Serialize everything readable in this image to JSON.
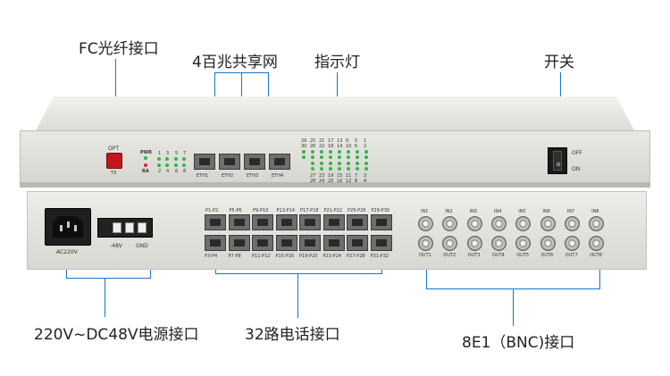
{
  "callouts": {
    "fc_port": "FC光纤接口",
    "eth": "4百兆共享网",
    "indicator": "指示灯",
    "switch": "开关",
    "power_port": "220V~DC48V电源接口",
    "phone_port": "32路电话接口",
    "e1_port": "8E1（BNC)接口"
  },
  "front": {
    "opt": "OPT",
    "tx": "TX",
    "pwr": "PWR",
    "ra": "RA",
    "led_top_nums": [
      "1",
      "3",
      "5",
      "7"
    ],
    "led_bot_nums": [
      "2",
      "4",
      "6",
      "8"
    ],
    "eth_labels": [
      "ETH1",
      "ETH2",
      "ETH3",
      "ETH4"
    ],
    "ind_rows": [
      [
        "29",
        "25",
        "21",
        "17",
        "13",
        "9",
        "5",
        "1"
      ],
      [
        "30",
        "26",
        "22",
        "18",
        "14",
        "10",
        "6",
        "2"
      ],
      [
        "27",
        "23",
        "19",
        "15",
        "11",
        "7",
        "3"
      ],
      [
        "28",
        "24",
        "20",
        "16",
        "12",
        "8",
        "4"
      ]
    ],
    "off": "OFF",
    "on": "ON"
  },
  "rear": {
    "ac": "AC220V",
    "dc": "-48V",
    "gnd": "GND",
    "top_ports": [
      "P1-P2",
      "P5-P6",
      "P9-P10",
      "P13-P14",
      "P17-P18",
      "P21-P22",
      "P25-P26",
      "P29-P30"
    ],
    "bot_ports": [
      "P3-P4",
      "P7-P8",
      "P11-P12",
      "P15-P16",
      "P19-P20",
      "P23-P24",
      "P27-P28",
      "P31-P32"
    ],
    "in_labels": [
      "IN1",
      "IN2",
      "IN3",
      "IN4",
      "IN5",
      "IN6",
      "IN7",
      "IN8"
    ],
    "out_labels": [
      "OUT1",
      "OUT2",
      "OUT3",
      "OUT4",
      "OUT5",
      "OUT6",
      "OUT7",
      "OUT8"
    ]
  },
  "colors": {
    "leader": "#1a73c9",
    "led_green": "#37b34a",
    "led_red": "#d8261d"
  }
}
